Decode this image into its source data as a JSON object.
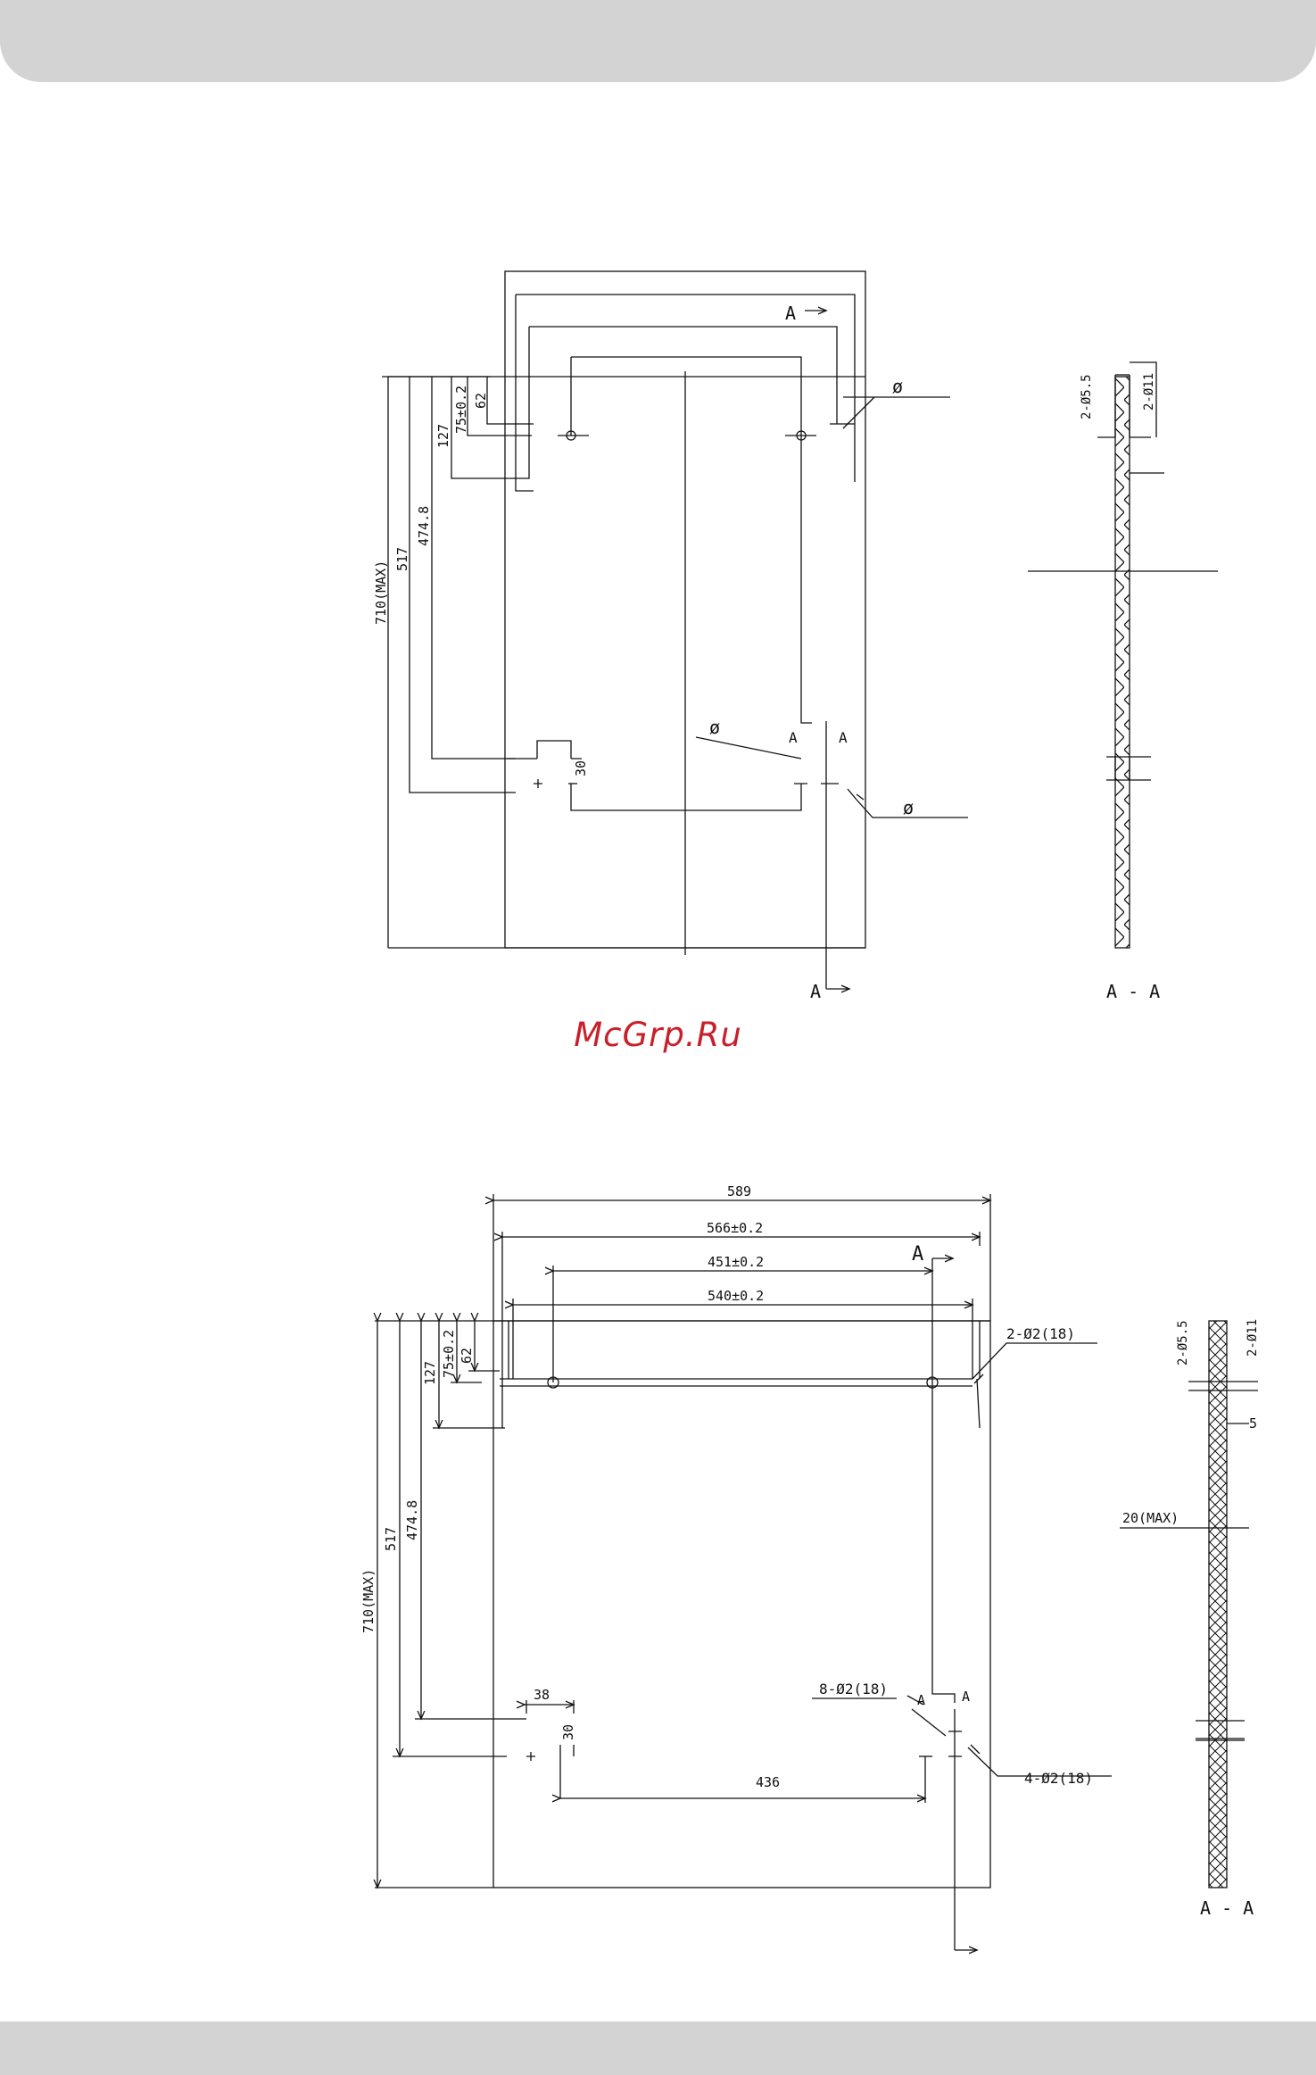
{
  "watermark": "McGrp.Ru",
  "diagram_top": {
    "labels": {
      "section_mark_top": "A",
      "section_mark_bottom": "A",
      "section_mark_mid_left": "A",
      "section_mark_mid_right": "A",
      "diam_top": "ø",
      "diam_mid": "ø",
      "diam_bottom": "ø",
      "dim_710": "710(MAX)",
      "dim_517": "517",
      "dim_474": "474.8",
      "dim_127": "127",
      "dim_75": "75±0.2",
      "dim_62": "62",
      "dim_30": "30",
      "side_d55": "2-Ø5.5",
      "side_d11": "2-Ø11",
      "section_caption": "A - A"
    }
  },
  "diagram_bottom": {
    "labels": {
      "dim_589": "589",
      "dim_566": "566±0.2",
      "dim_451": "451±0.2",
      "dim_540": "540±0.2",
      "section_mark_top": "A",
      "section_mark_mid": "A",
      "callout_2d2": "2-Ø2(18)",
      "callout_8d2": "8-Ø2(18)",
      "callout_4d2": "4-Ø2(18)",
      "dim_710": "710(MAX)",
      "dim_517": "517",
      "dim_474": "474.8",
      "dim_127": "127",
      "dim_75": "75±0.2",
      "dim_62": "62",
      "dim_38": "38",
      "dim_30": "30",
      "dim_436": "436",
      "side_d55": "2-Ø5.5",
      "side_d11": "2-Ø11",
      "side_5": "5",
      "side_20": "20(MAX)",
      "section_caption": "A - A"
    }
  }
}
